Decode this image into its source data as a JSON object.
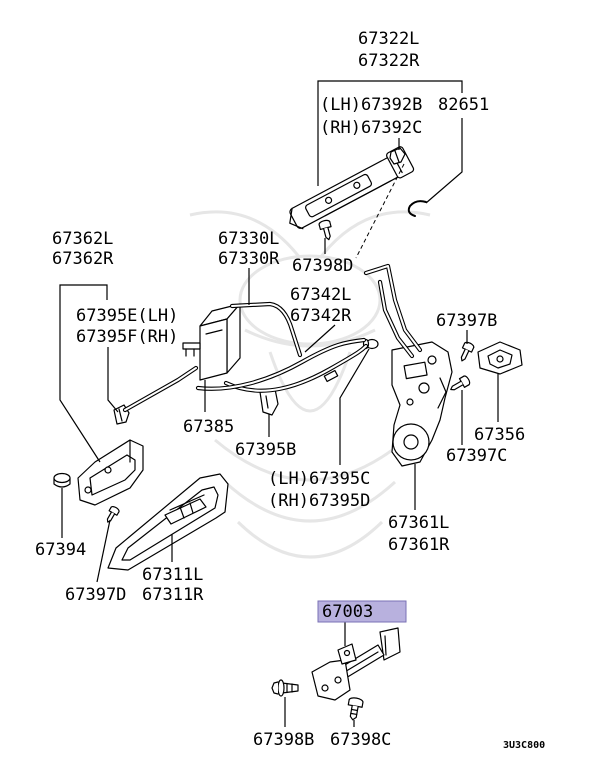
{
  "diagram": {
    "labels": {
      "outer_handle": [
        "67322L",
        "67322R"
      ],
      "handle_clip": [
        "(LH)67392B",
        "(RH)67392C"
      ],
      "rod_hook": [
        "82651"
      ],
      "inside_handle": [
        "67362L",
        "67362R"
      ],
      "lock_rod": [
        "67330L",
        "67330R"
      ],
      "screw_d": [
        "67398D"
      ],
      "cable": [
        "67342L",
        "67342R"
      ],
      "rod_clip": [
        "67395E(LH)",
        "67395F(RH)"
      ],
      "screw_b": [
        "67397B"
      ],
      "actuator": [
        "67385"
      ],
      "cable_clip": [
        "67395B"
      ],
      "striker": [
        "67356"
      ],
      "screw_c": [
        "67397C"
      ],
      "latch_clip": [
        "(LH)67395C",
        "(RH)67395D"
      ],
      "latch": [
        "67361L",
        "67361R"
      ],
      "bumper": [
        "67394"
      ],
      "bezel_screw": [
        "67397D"
      ],
      "bezel": [
        "67311L",
        "67311R"
      ],
      "door_checker": [
        "67003"
      ],
      "checker_bolt_b": [
        "67398B"
      ],
      "checker_bolt_c": [
        "67398C"
      ]
    },
    "illustration_code": "3U3C800"
  },
  "colors": {
    "highlight_fill": "#b8b1de",
    "highlight_border": "#7a71b5"
  }
}
